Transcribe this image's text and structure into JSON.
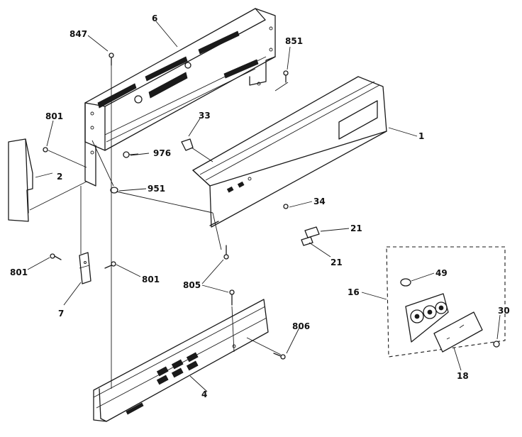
{
  "callouts": {
    "c847": "847",
    "c6": "6",
    "c851": "851",
    "c801a": "801",
    "c33": "33",
    "c1": "1",
    "c2": "2",
    "c976": "976",
    "c951": "951",
    "c34": "34",
    "c21a": "21",
    "c21b": "21",
    "c801b": "801",
    "c801c": "801",
    "c7": "7",
    "c805": "805",
    "c49": "49",
    "c16": "16",
    "c30": "30",
    "c806": "806",
    "c18": "18",
    "c4": "4"
  },
  "colors": {
    "ink": "#1a1a1a",
    "background": "#ffffff"
  }
}
